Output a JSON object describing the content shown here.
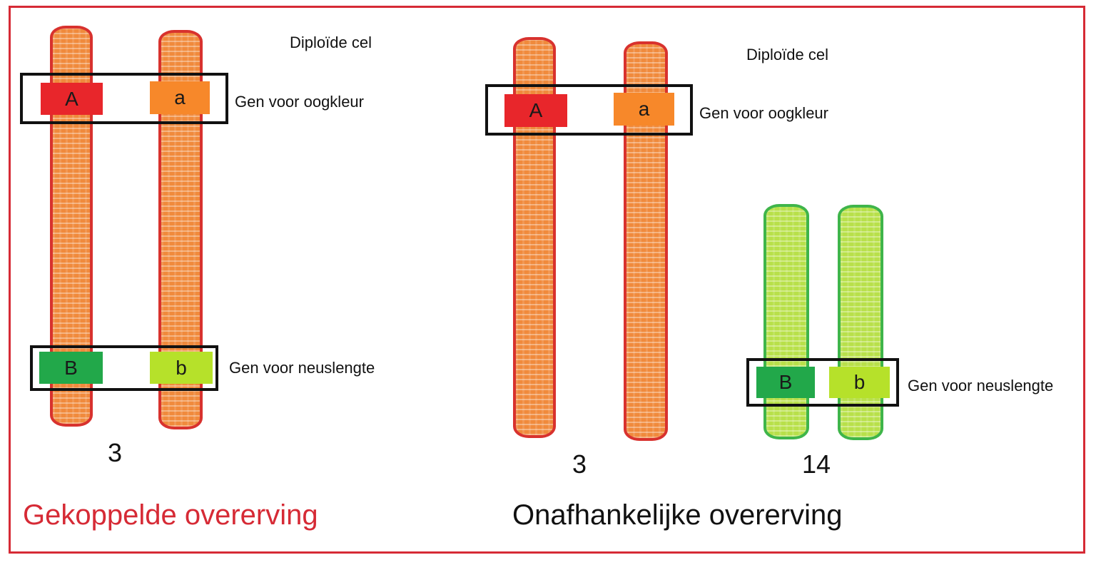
{
  "colors": {
    "frame": "#d62a35",
    "chromosome_orange_fill": "#f08a3c",
    "chromosome_orange_border": "#d8322e",
    "chromosome_green_fill": "#b8e04a",
    "chromosome_green_border": "#3fb54a",
    "gene_A": "#e8262b",
    "gene_a": "#f7882a",
    "gene_B": "#22a84a",
    "gene_b": "#b6e12a",
    "title_left": "#d62a35",
    "title_right": "#111111"
  },
  "left_panel": {
    "cell_label": "Diploïde cel",
    "gene_eye": {
      "label": "Gen voor oogkleur",
      "allele_dominant": "A",
      "allele_recessive": "a"
    },
    "gene_nose": {
      "label": "Gen voor neuslengte",
      "allele_dominant": "B",
      "allele_recessive": "b"
    },
    "chromosome_number": "3",
    "title": "Gekoppelde overerving"
  },
  "right_panel": {
    "cell_label": "Diploïde cel",
    "gene_eye": {
      "label": "Gen voor oogkleur",
      "allele_dominant": "A",
      "allele_recessive": "a"
    },
    "gene_nose": {
      "label": "Gen voor neuslengte",
      "allele_dominant": "B",
      "allele_recessive": "b"
    },
    "chromosome_number_1": "3",
    "chromosome_number_2": "14",
    "title": "Onafhankelijke overerving"
  }
}
